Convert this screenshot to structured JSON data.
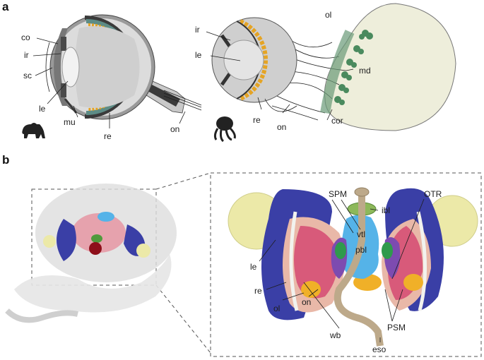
{
  "panels": {
    "a": "a",
    "b": "b"
  },
  "panel_a": {
    "bear_eye_labels": {
      "co": "co",
      "ir": "ir",
      "sc": "sc",
      "le": "le",
      "mu": "mu",
      "re": "re",
      "on": "on"
    },
    "octopus_eye_labels": {
      "ir": "ir",
      "le": "le",
      "re": "re",
      "on": "on",
      "ol": "ol",
      "md": "md",
      "cor": "cor"
    },
    "icons": [
      "bear-icon",
      "octopus-icon"
    ]
  },
  "panel_b": {
    "labels": {
      "spm": "SPM",
      "ibl": "ibl",
      "otr": "OTR",
      "vtl": "vtl",
      "pbl": "pbl",
      "le": "le",
      "re": "re",
      "ol": "ol",
      "on": "on",
      "wb": "wb",
      "psm": "PSM",
      "eso": "eso"
    }
  },
  "colors": {
    "retina_beads": "#e5a424",
    "optic_lobe_fill": "#eeeedb",
    "lobe_clusters": "#4a8a5e",
    "retina_blue": "#3a3fa6",
    "lens_yellow": "#ece9a8",
    "brain_cyan": "#55b3e8",
    "brain_green": "#4f9a3c",
    "ibl_green": "#8db85a",
    "optic_pink": "#d85a7a",
    "orange": "#f0b028",
    "esophagus": "#bda98a"
  }
}
